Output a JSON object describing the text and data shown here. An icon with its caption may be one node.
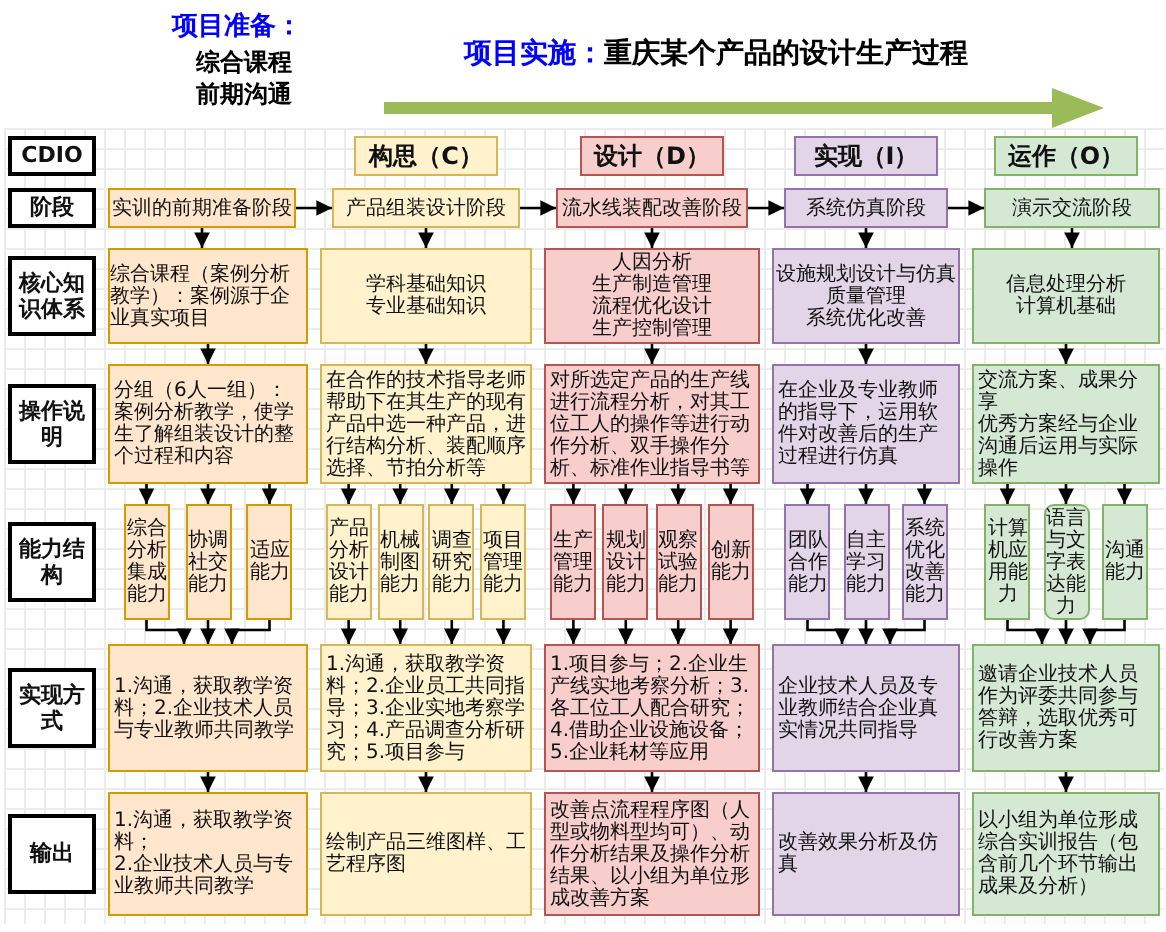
{
  "diagram": {
    "nodes": [
      {
        "text": [
          "CDIO"
        ]
      },
      {
        "text": [
          "构思（C）"
        ]
      },
      {
        "text": [
          "设计（D）"
        ]
      },
      {
        "text": [
          "实现（I）"
        ]
      },
      {
        "text": [
          "运作（O）"
        ]
      },
      {
        "text": [
          "阶段"
        ]
      },
      {
        "text": [
          "实训的前期准备阶段"
        ]
      },
      {
        "text": [
          "产品组装设计阶段"
        ]
      },
      {
        "text": [
          "流水线装配改善阶段"
        ]
      },
      {
        "text": [
          "系统仿真阶段"
        ]
      },
      {
        "text": [
          "演示交流阶段"
        ]
      },
      {
        "text": [
          "核心知识体系"
        ]
      },
      {
        "text": [
          "综合课程（案例分析教学）：案例源于企业真实项目"
        ]
      },
      {
        "text": [
          "学科基础知识",
          "专业基础知识"
        ]
      },
      {
        "text": [
          "人因分析",
          "生产制造管理",
          "流程优化设计",
          "生产控制管理"
        ]
      },
      {
        "text": [
          "设施规划设计与仿真",
          "质量管理",
          "系统优化改善"
        ]
      },
      {
        "text": [
          "信息处理分析",
          "计算机基础"
        ]
      },
      {
        "text": [
          "操作说明"
        ]
      },
      {
        "text": [
          "分组（6人一组）：案例分析教学，使学生了解组装设计的整个过程和内容"
        ]
      },
      {
        "text": [
          "在合作的技术指导老师帮助下在其生产的现有产品中选一种产品，进行结构分析、装配顺序选择、节拍分析等"
        ]
      },
      {
        "text": [
          "对所选定产品的生产线进行流程分析，对其工位工人的操作等进行动作分析、双手操作分析、标准作业指导书等"
        ]
      },
      {
        "text": [
          "在企业及专业教师的指导下，运用软件对改善后的生产过程进行仿真"
        ]
      },
      {
        "text": [
          "交流方案、成果分享",
          "优秀方案经与企业沟通后运用与实际操作"
        ]
      },
      {
        "text": [
          "能力结构"
        ]
      },
      {
        "text": [
          "综合分析集成能力"
        ]
      },
      {
        "text": [
          "协调社交能力"
        ]
      },
      {
        "text": [
          "适应能力"
        ]
      },
      {
        "text": [
          "产品分析设计能力"
        ]
      },
      {
        "text": [
          "机械制图能力"
        ]
      },
      {
        "text": [
          "调查研究能力"
        ]
      },
      {
        "text": [
          "项目管理能力"
        ]
      },
      {
        "text": [
          "生产管理能力"
        ]
      },
      {
        "text": [
          "规划设计能力"
        ]
      },
      {
        "text": [
          "观察试验能力"
        ]
      },
      {
        "text": [
          "创新能力"
        ]
      },
      {
        "text": [
          "团队合作能力"
        ]
      },
      {
        "text": [
          "自主学习能力"
        ]
      },
      {
        "text": [
          "系统优化改善能力"
        ]
      },
      {
        "text": [
          "计算机应用能力"
        ]
      },
      {
        "text": [
          "语言与文字表达能力"
        ]
      },
      {
        "text": [
          "沟通能力"
        ]
      },
      {
        "text": [
          "实现方式"
        ]
      },
      {
        "text": [
          "1.沟通，获取教学资料；2.企业技术人员与专业教师共同教学"
        ]
      },
      {
        "text": [
          "1.沟通，获取教学资料；2.企业员工共同指导；3.企业实地考察学习；4.产品调查分析研究；5.项目参与"
        ]
      },
      {
        "text": [
          "1.项目参与；2.企业生产线实地考察分析；3.各工位工人配合研究；4.借助企业设施设备；5.企业耗材等应用"
        ]
      },
      {
        "text": [
          "企业技术人员及专业教师结合企业真实情况共同指导"
        ]
      },
      {
        "text": [
          "邀请企业技术人员作为评委共同参与答辩，选取优秀可行改善方案"
        ]
      },
      {
        "text": [
          "输出"
        ]
      },
      {
        "text": [
          "1.沟通，获取教学资料；",
          "2.企业技术人员与专业教师共同教学"
        ]
      },
      {
        "text": [
          "绘制产品三维图样、工艺程序图"
        ]
      },
      {
        "text": [
          "改善点流程程序图（人型或物料型均可）、动作分析结果及操作分析结果、以小组为单位形成改善方案"
        ]
      },
      {
        "text": [
          "改善效果分析及仿真"
        ]
      },
      {
        "text": [
          "以小组为单位形成综合实训报告（包含前几个环节输出成果及分析）"
        ]
      }
    ],
    "edges": [
      {
        "from": 6,
        "to": 7,
        "arrow": "to"
      },
      {
        "from": 7,
        "to": 8,
        "arrow": "to"
      },
      {
        "from": 8,
        "to": 9,
        "arrow": "to"
      },
      {
        "from": 9,
        "to": 10,
        "arrow": "to"
      },
      {
        "from": 6,
        "to": 12,
        "arrow": "to"
      },
      {
        "from": 12,
        "to": 18,
        "arrow": "to"
      },
      {
        "from": 18,
        "to": 24,
        "arrow": "to"
      },
      {
        "from": 18,
        "to": 25,
        "arrow": "to"
      },
      {
        "from": 18,
        "to": 26,
        "arrow": "to"
      },
      {
        "from": 24,
        "to": 42,
        "arrow": "to"
      },
      {
        "from": 25,
        "to": 42,
        "arrow": "to"
      },
      {
        "from": 26,
        "to": 42,
        "arrow": "to"
      },
      {
        "from": 42,
        "to": 48,
        "arrow": "to"
      },
      {
        "from": 7,
        "to": 13,
        "arrow": "to"
      },
      {
        "from": 13,
        "to": 19,
        "arrow": "to"
      },
      {
        "from": 19,
        "to": 27,
        "arrow": "to"
      },
      {
        "from": 19,
        "to": 28,
        "arrow": "to"
      },
      {
        "from": 19,
        "to": 29,
        "arrow": "to"
      },
      {
        "from": 19,
        "to": 30,
        "arrow": "to"
      },
      {
        "from": 27,
        "to": 43,
        "arrow": "to"
      },
      {
        "from": 28,
        "to": 43,
        "arrow": "to"
      },
      {
        "from": 29,
        "to": 43,
        "arrow": "to"
      },
      {
        "from": 30,
        "to": 43,
        "arrow": "to"
      },
      {
        "from": 43,
        "to": 49,
        "arrow": "to"
      },
      {
        "from": 8,
        "to": 14,
        "arrow": "to"
      },
      {
        "from": 14,
        "to": 20,
        "arrow": "to"
      },
      {
        "from": 20,
        "to": 31,
        "arrow": "to"
      },
      {
        "from": 20,
        "to": 32,
        "arrow": "to"
      },
      {
        "from": 20,
        "to": 33,
        "arrow": "to"
      },
      {
        "from": 20,
        "to": 34,
        "arrow": "to"
      },
      {
        "from": 31,
        "to": 44,
        "arrow": "to"
      },
      {
        "from": 32,
        "to": 44,
        "arrow": "to"
      },
      {
        "from": 33,
        "to": 44,
        "arrow": "to"
      },
      {
        "from": 34,
        "to": 44,
        "arrow": "to"
      },
      {
        "from": 44,
        "to": 50,
        "arrow": "to"
      },
      {
        "from": 9,
        "to": 15,
        "arrow": "to"
      },
      {
        "from": 15,
        "to": 21,
        "arrow": "to"
      },
      {
        "from": 21,
        "to": 35,
        "arrow": "to"
      },
      {
        "from": 21,
        "to": 36,
        "arrow": "to"
      },
      {
        "from": 21,
        "to": 37,
        "arrow": "to"
      },
      {
        "from": 35,
        "to": 45,
        "arrow": "to"
      },
      {
        "from": 36,
        "to": 45,
        "arrow": "to"
      },
      {
        "from": 37,
        "to": 45,
        "arrow": "to"
      },
      {
        "from": 45,
        "to": 51,
        "arrow": "to"
      },
      {
        "from": 10,
        "to": 16,
        "arrow": "to"
      },
      {
        "from": 16,
        "to": 22,
        "arrow": "to"
      },
      {
        "from": 22,
        "to": 38,
        "arrow": "to"
      },
      {
        "from": 22,
        "to": 39,
        "arrow": "to"
      },
      {
        "from": 22,
        "to": 40,
        "arrow": "to"
      },
      {
        "from": 38,
        "to": 46,
        "arrow": "to"
      },
      {
        "from": 39,
        "to": 46,
        "arrow": "to"
      },
      {
        "from": 40,
        "to": 46,
        "arrow": "to"
      },
      {
        "from": 46,
        "to": 52,
        "arrow": "to"
      }
    ],
    "labels": [
      "项目准备：",
      "综合课程",
      "前期沟通",
      "项目实施：",
      "重庆某个产品的设计生产过程"
    ]
  }
}
